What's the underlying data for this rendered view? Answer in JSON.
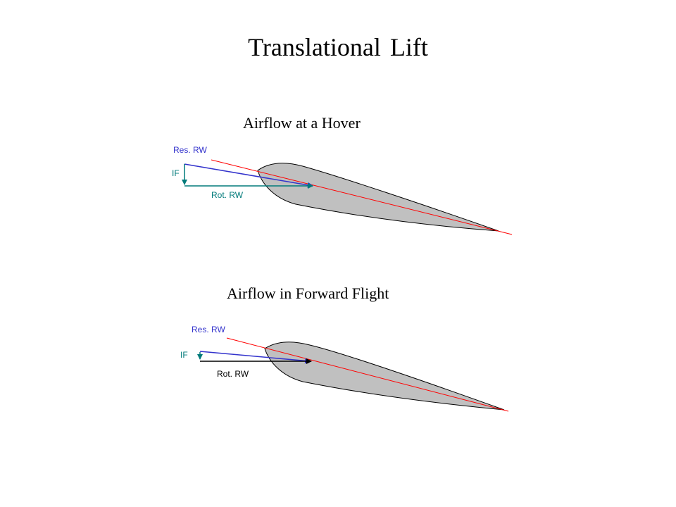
{
  "title": "Translational Lift",
  "hover": {
    "heading": "Airflow at a Hover",
    "res_rw": "Res. RW",
    "if": "IF",
    "rot_rw": "Rot. RW"
  },
  "forward": {
    "heading": "Airflow in Forward Flight",
    "res_rw": "Res. RW",
    "if": "IF",
    "rot_rw": "Rot. RW"
  },
  "colors": {
    "airfoil_fill": "#c0c0c0",
    "chord_line": "#ff0000",
    "resultant_wind": "#3333cc",
    "hover_arrows": "#007a7a",
    "forward_rot_arrow": "#000000"
  }
}
